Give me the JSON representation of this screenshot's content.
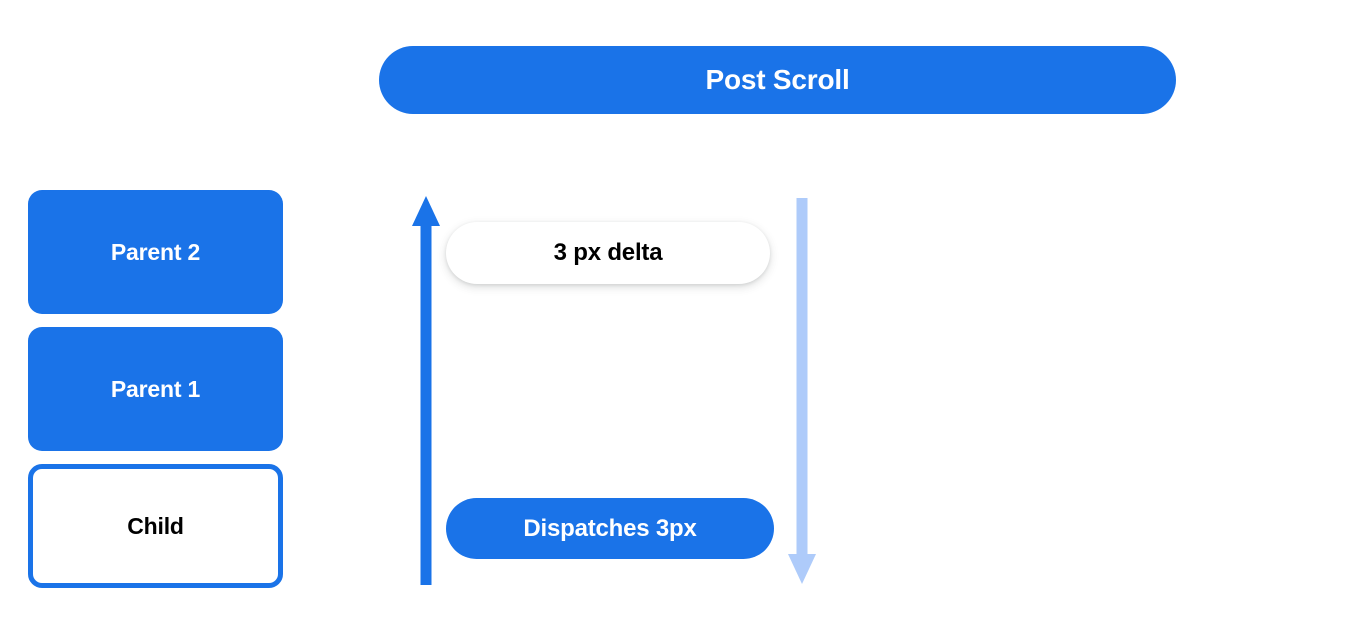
{
  "header": {
    "title": "Post Scroll",
    "bg_color": "#1a73e8",
    "text_color": "#ffffff"
  },
  "view_stack": {
    "name": "view-hierarchy-stack",
    "boxes": [
      {
        "label": "Parent 2",
        "style": "filled",
        "fill": "#1a73e8",
        "text_color": "#ffffff"
      },
      {
        "label": "Parent 1",
        "style": "filled",
        "fill": "#1a73e8",
        "text_color": "#ffffff"
      },
      {
        "label": "Child",
        "style": "outlined",
        "fill": "#ffffff",
        "border_color": "#1a73e8",
        "text_color": "#000000"
      }
    ]
  },
  "scroll_diagram": {
    "up_arrow": {
      "icon": "arrow-up-icon",
      "color": "#1a73e8",
      "direction": "up"
    },
    "down_arrow": {
      "icon": "arrow-down-icon",
      "color": "#aecbfa",
      "direction": "down"
    },
    "delta_pill": {
      "label": "3 px delta",
      "fill": "#ffffff",
      "text_color": "#000000"
    },
    "dispatch_pill": {
      "label": "Dispatches 3px",
      "fill": "#1a73e8",
      "text_color": "#ffffff"
    }
  },
  "colors": {
    "brand_blue": "#1a73e8",
    "light_blue": "#aecbfa",
    "white": "#ffffff",
    "black": "#000000"
  }
}
